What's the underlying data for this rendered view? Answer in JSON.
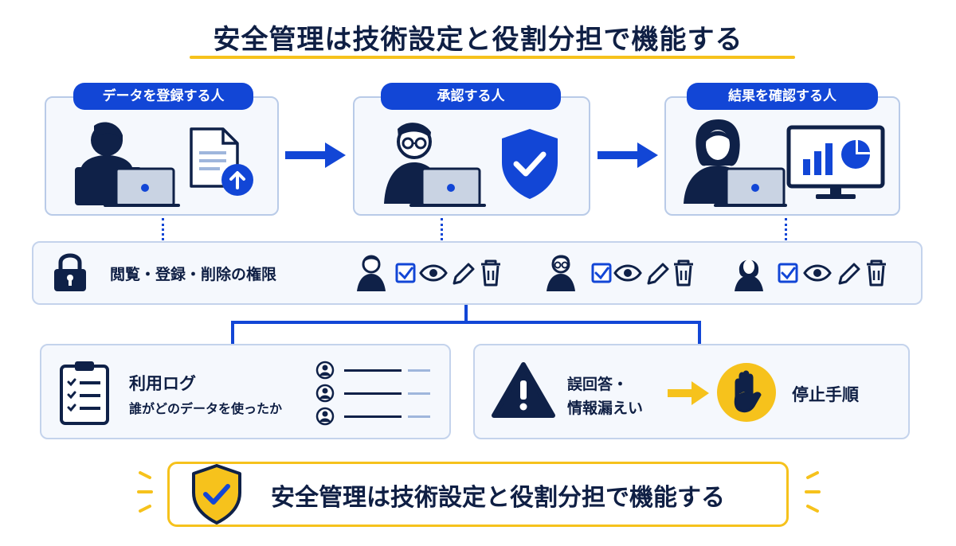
{
  "title": "安全管理は技術設定と役割分担で機能する",
  "roles": [
    {
      "label": "データを登録する人"
    },
    {
      "label": "承認する人"
    },
    {
      "label": "結果を確認する人"
    }
  ],
  "permissions": {
    "label": "閲覧・登録・削除の権限"
  },
  "usage_log": {
    "title": "利用ログ",
    "subtitle": "誰がどのデータを使ったか"
  },
  "incident": {
    "trigger_line1": "誤回答・",
    "trigger_line2": "情報漏えい",
    "response": "停止手順"
  },
  "footer": {
    "text": "安全管理は技術設定と役割分担で機能する"
  },
  "colors": {
    "primary_blue": "#1246d6",
    "navy": "#0f2148",
    "accent_yellow": "#f6c21c",
    "card_bg": "#f5f8fd",
    "card_border": "#b9cbe8"
  }
}
